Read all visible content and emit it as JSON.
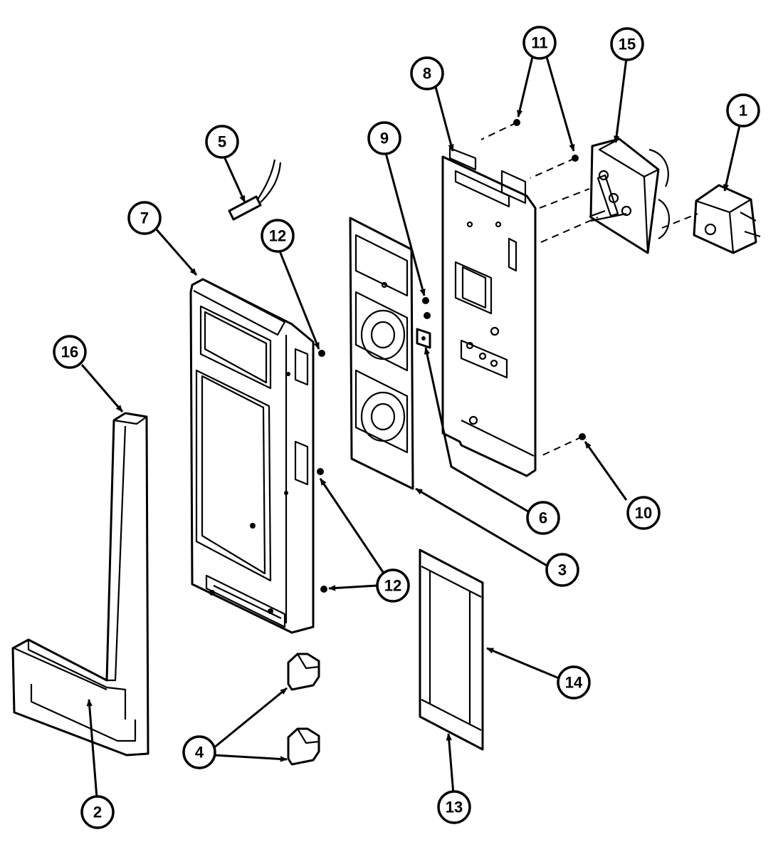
{
  "callouts": [
    {
      "id": "c1",
      "label": "1"
    },
    {
      "id": "c2",
      "label": "2"
    },
    {
      "id": "c3",
      "label": "3"
    },
    {
      "id": "c4",
      "label": "4"
    },
    {
      "id": "c5",
      "label": "5"
    },
    {
      "id": "c6",
      "label": "6"
    },
    {
      "id": "c7",
      "label": "7"
    },
    {
      "id": "c8",
      "label": "8"
    },
    {
      "id": "c9",
      "label": "9"
    },
    {
      "id": "c10",
      "label": "10"
    },
    {
      "id": "c11",
      "label": "11"
    },
    {
      "id": "c12a",
      "label": "12"
    },
    {
      "id": "c12b",
      "label": "12"
    },
    {
      "id": "c13",
      "label": "13"
    },
    {
      "id": "c14",
      "label": "14"
    },
    {
      "id": "c15",
      "label": "15"
    },
    {
      "id": "c16",
      "label": "16"
    }
  ]
}
